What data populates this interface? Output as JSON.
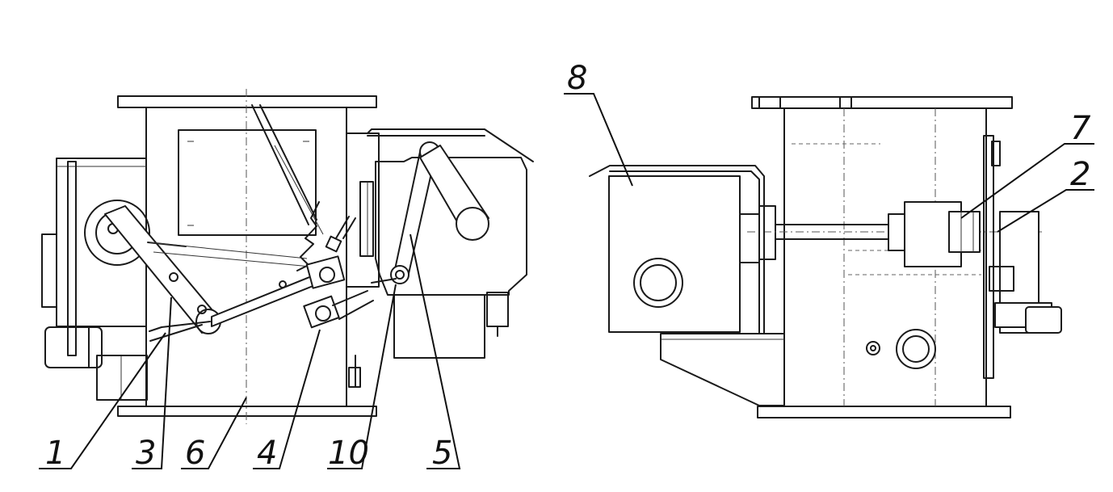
{
  "callouts_left": [
    {
      "id": "c1",
      "label": "1"
    },
    {
      "id": "c3",
      "label": "3"
    },
    {
      "id": "c6",
      "label": "6"
    },
    {
      "id": "c4",
      "label": "4"
    },
    {
      "id": "c10",
      "label": "10"
    },
    {
      "id": "c5",
      "label": "5"
    }
  ],
  "callouts_right": [
    {
      "id": "c8",
      "label": "8"
    },
    {
      "id": "c7",
      "label": "7"
    },
    {
      "id": "c2",
      "label": "2"
    }
  ]
}
